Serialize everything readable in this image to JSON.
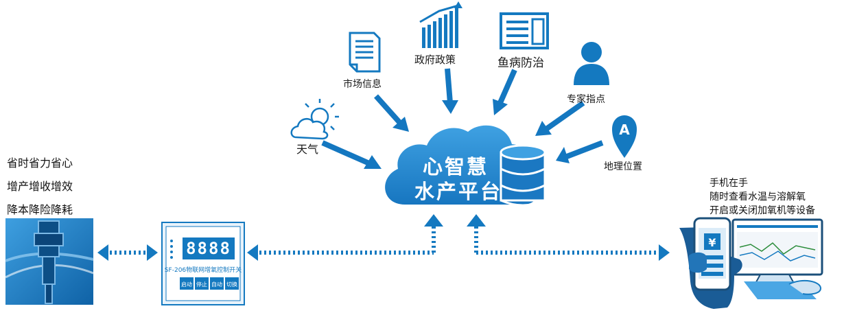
{
  "platform": {
    "line1": "心智慧",
    "line2": "水产平台"
  },
  "sources": {
    "weather": "天气",
    "market": "市场信息",
    "policy": "政府政策",
    "fish_disease": "鱼病防治",
    "expert": "专家指点",
    "location": "地理位置",
    "location_marker": "A"
  },
  "benefits": [
    "省时省力省心",
    "增产增收增效",
    "降本降险降耗"
  ],
  "controller": {
    "display": "8888",
    "label": "SF-206物联网增氧控制开关",
    "buttons": [
      "启动",
      "停止",
      "自动",
      "切换"
    ]
  },
  "mobile": {
    "lines": [
      "手机在手",
      "随时查看水温与溶解氧",
      "开启或关闭加氧机等设备"
    ],
    "currency_symbol": "¥"
  },
  "colors": {
    "primary": "#1479c0",
    "light": "#3d9de0"
  }
}
